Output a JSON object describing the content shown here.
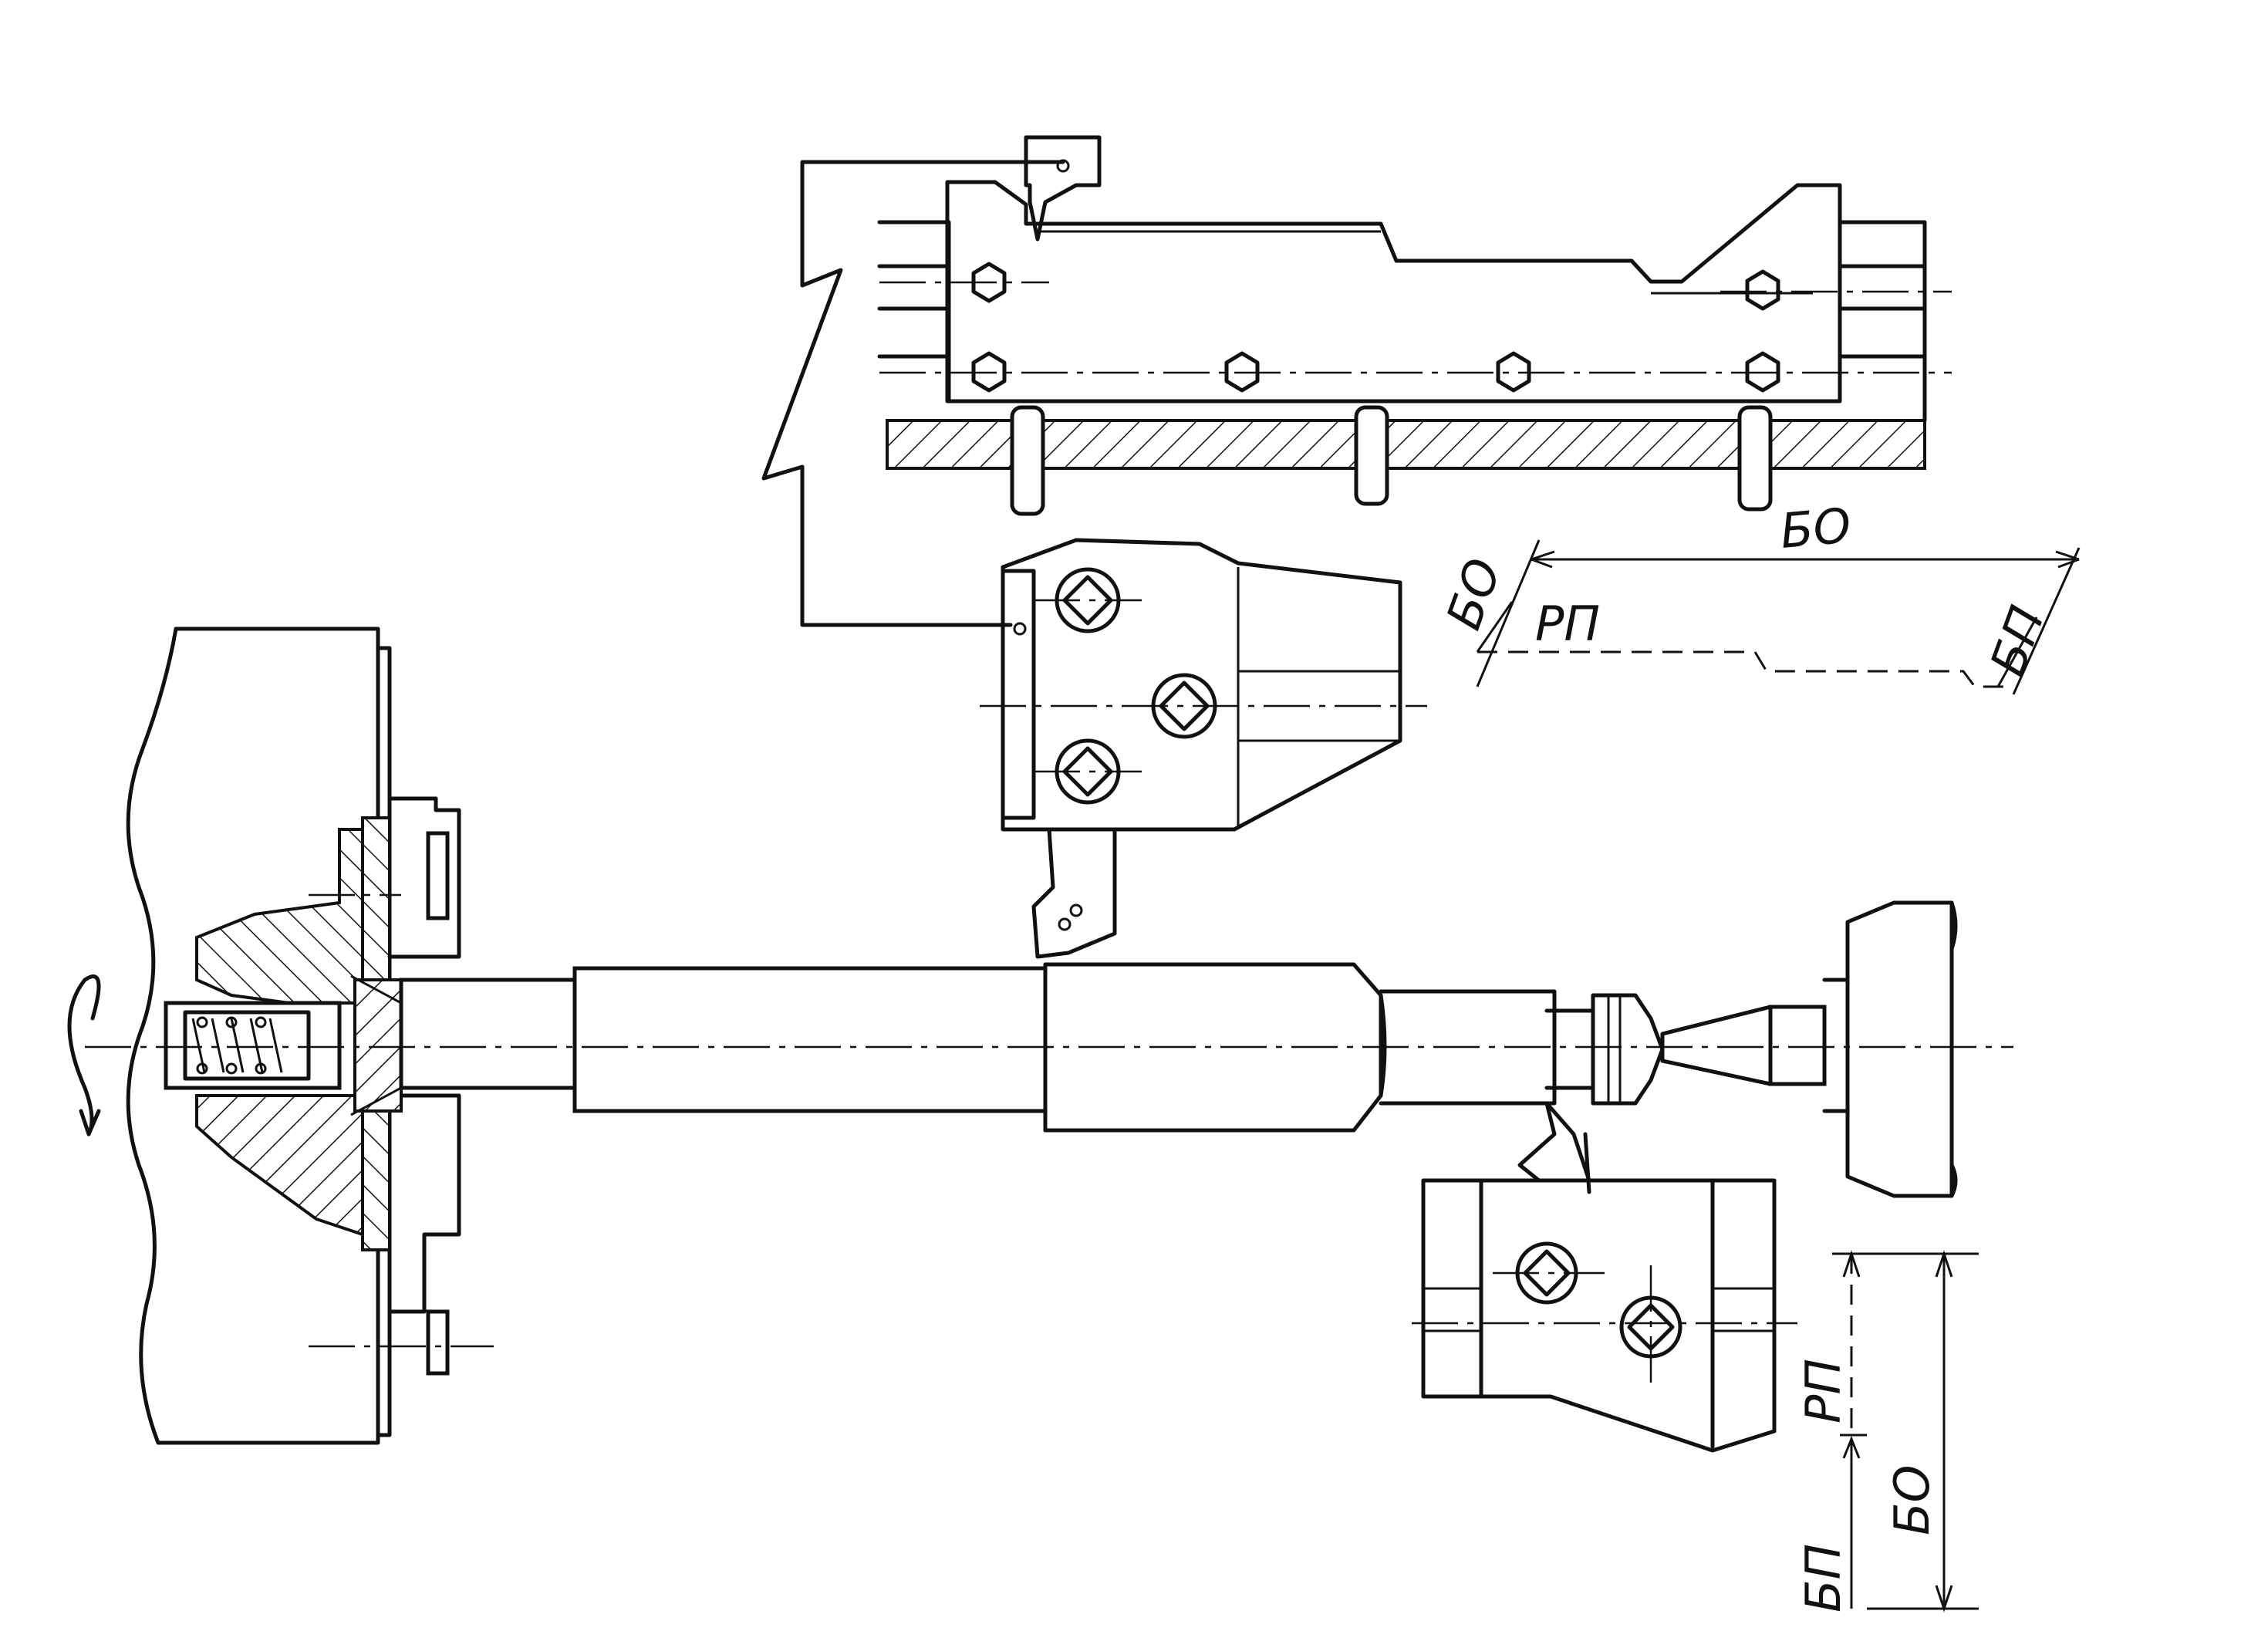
{
  "labels": {
    "top_bo": "БО",
    "top_left_bo": "БО",
    "top_rp": "РП",
    "top_bp": "БП",
    "right_rp": "РП",
    "right_bo": "БО",
    "right_bp": "БП"
  }
}
